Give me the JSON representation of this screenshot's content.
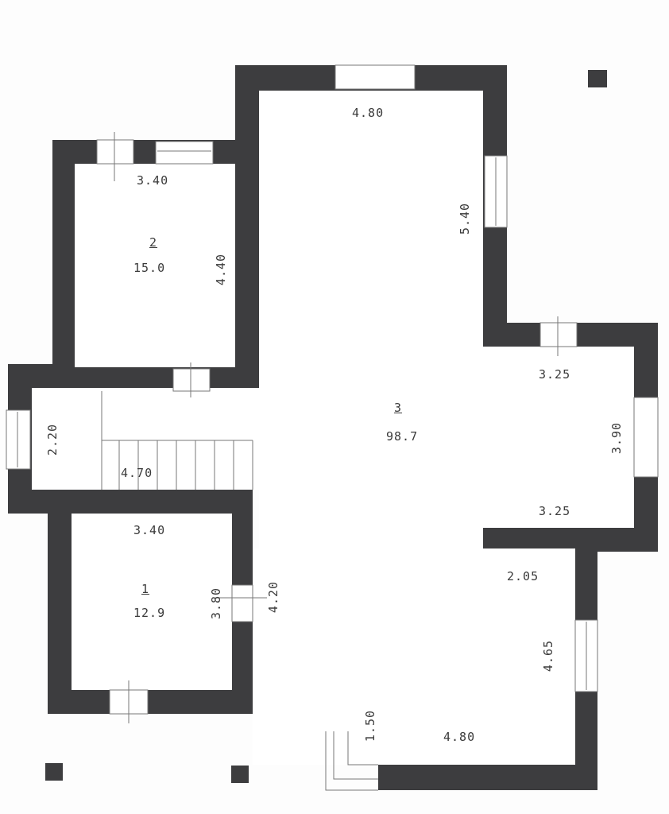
{
  "plan": {
    "wall_color": "#3d3d3f",
    "rooms": [
      {
        "number": "1",
        "area": "12.9",
        "dims": [
          "3.40",
          "3.80"
        ]
      },
      {
        "number": "2",
        "area": "15.0",
        "dims": [
          "3.40",
          "4.40"
        ]
      },
      {
        "number": "3",
        "area": "98.7",
        "dims": [
          "4.80",
          "5.40",
          "3.25",
          "3.90",
          "3.25",
          "2.05",
          "4.65",
          "4.80",
          "1.50",
          "4.20"
        ]
      }
    ],
    "hall": {
      "dims": [
        "2.20",
        "4.70"
      ]
    }
  }
}
